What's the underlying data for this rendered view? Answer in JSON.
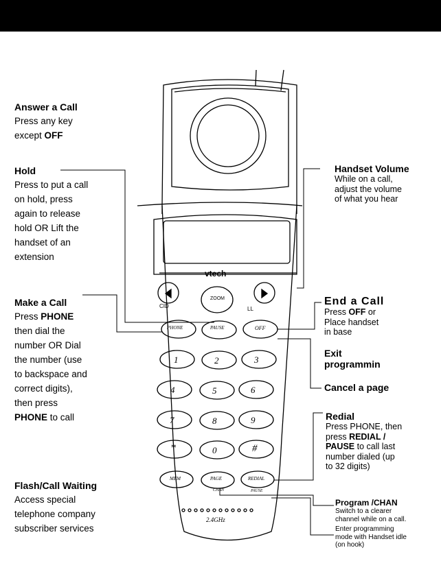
{
  "left": {
    "answer": {
      "title": "Answer a Call",
      "l1": "Press any key",
      "l2": "except",
      "bold": "OFF"
    },
    "hold": {
      "title": "Hold",
      "lines": [
        "Press to put a call",
        "on hold, press",
        "again to release",
        "hold OR Lift the",
        "handset of an",
        "extension"
      ]
    },
    "make": {
      "title": "Make a Call",
      "l1a": "Press",
      "l1b": "PHONE",
      "lines": [
        "then dial the",
        "number OR Dial",
        "the number (use",
        "to backspace and",
        "correct digits),",
        "then press"
      ],
      "lastBold": "PHONE",
      "lastTail": "to call"
    },
    "flash": {
      "title": "Flash/Call Waiting",
      "lines": [
        "Access special",
        "telephone company",
        "subscriber services"
      ]
    }
  },
  "right": {
    "volume": {
      "title": "Handset Volume",
      "lines": [
        "While on a call,",
        "adjust the volume",
        "of what you hear"
      ]
    },
    "end": {
      "title": "End a Call",
      "l1a": "Press",
      "l1b": "OFF",
      "l1c": "or",
      "lines": [
        "Place handset",
        "in base"
      ]
    },
    "exit": {
      "l1": "Exit",
      "l2": "programmin"
    },
    "cancel": {
      "title": "Cancel a page"
    },
    "redial": {
      "title": "Redial",
      "l1": "Press PHONE, then",
      "l2a": "press",
      "l2b": "REDIAL /",
      "l3a": "PAUSE",
      "l3b": "to call last",
      "l4": "number dialed (up",
      "l5": "to 32 digits)"
    },
    "program": {
      "title": "Program /CHAN",
      "l1": "Switch to a clearer",
      "l2": "channel while on a call.",
      "l3": "Enter programming",
      "l4": "mode with Handset idle",
      "l5": "(on hook)"
    }
  },
  "phone": {
    "brand": "vtech",
    "freq": "2.4GHz",
    "nav": {
      "left_sub": "CID",
      "center": "ZOOM",
      "right_sub": "LL"
    },
    "keys": {
      "phone": "PHONE",
      "pause": "PAUSE",
      "off": "OFF",
      "k1": "1",
      "k2": "2",
      "k3": "3",
      "k4": "4",
      "k5": "5",
      "k6": "6",
      "k7": "7",
      "k8": "8",
      "k9": "9",
      "star": "*",
      "k0": "0",
      "hash": "#",
      "mem": "MEM",
      "page": "PAGE",
      "redial": "REDIAL",
      "page_sub": "CHAN",
      "redial_sub": "PAUSE"
    }
  }
}
